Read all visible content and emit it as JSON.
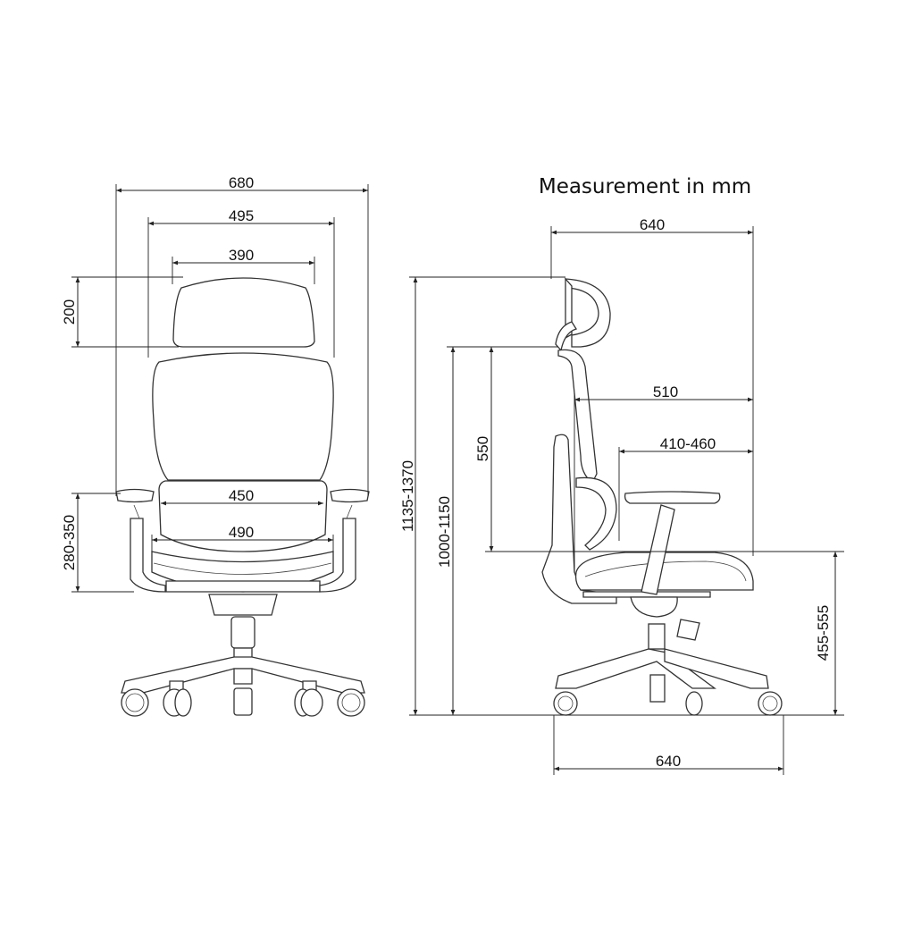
{
  "title": "Measurement in mm",
  "front_view": {
    "overall_width": "680",
    "backrest_width": "495",
    "headrest_width": "390",
    "headrest_height": "200",
    "armrest_height": "280-350",
    "seat_inner_width": "450",
    "seat_width": "490"
  },
  "side_view": {
    "overall_depth": "640",
    "backrest_to_front": "510",
    "seat_depth": "410-460",
    "overall_height": "1135-1370",
    "backrest_top_height": "1000-1150",
    "backrest_height": "550",
    "seat_height": "455-555",
    "base_diameter": "640"
  },
  "colors": {
    "line": "#222222",
    "background": "#ffffff"
  }
}
